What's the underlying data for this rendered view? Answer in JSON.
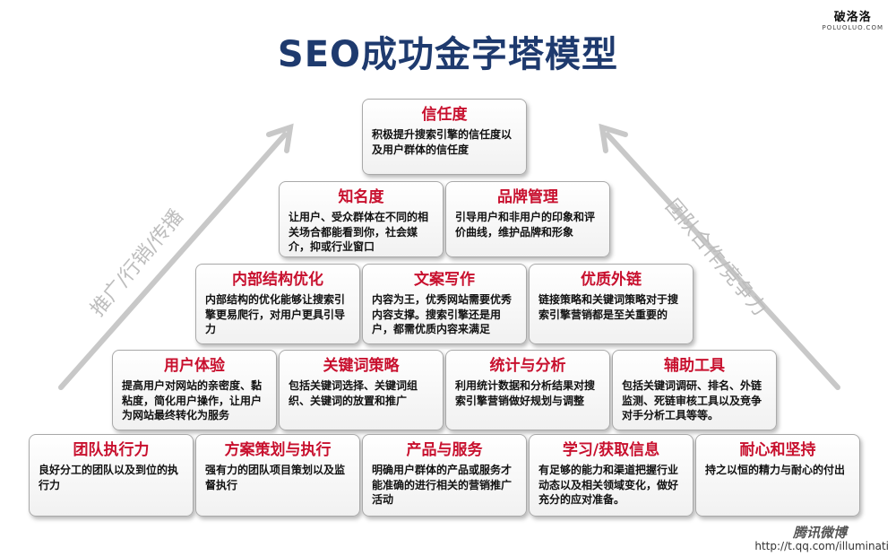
{
  "title": "SEO成功金字塔模型",
  "watermark": {
    "brand": "破洛洛",
    "domain": "POLUOLUO.COM"
  },
  "side_labels": {
    "left": "推广/行销/传播",
    "right": "团队合作/竞争力"
  },
  "footer": {
    "weibo": "腾讯微博",
    "url": "http://t.qq.com/illuminati"
  },
  "colors": {
    "title": "#1e3a6e",
    "box_title": "#c8102e",
    "arrow": "#c8c8c8"
  },
  "pyramid": {
    "row1": [
      {
        "title": "信任度",
        "body": "积极提升搜索引擎的信任度以及用户群体的信任度"
      }
    ],
    "row2": [
      {
        "title": "知名度",
        "body": "让用户、受众群体在不同的相关场合都能看到你，社会媒介，抑或行业窗口"
      },
      {
        "title": "品牌管理",
        "body": "引导用户和非用户的印象和评价曲线，维护品牌和形象"
      }
    ],
    "row3": [
      {
        "title": "内部结构优化",
        "body": "内部结构的优化能够让搜索引擎更易爬行，对用户更具引导力"
      },
      {
        "title": "文案写作",
        "body": "内容为王，优秀网站需要优秀内容支撑。搜索引擎还是用户，都需优质内容来满足"
      },
      {
        "title": "优质外链",
        "body": "链接策略和关键词策略对于搜索引擎营销都是至关重要的"
      }
    ],
    "row4": [
      {
        "title": "用户体验",
        "body": "提高用户对网站的亲密度、黏粘度，简化用户操作，让用户为网站最终转化为服务"
      },
      {
        "title": "关键词策略",
        "body": "包括关键词选择、关键词组织、关键词的放置和推广"
      },
      {
        "title": "统计与分析",
        "body": "利用统计数据和分析结果对搜索引擎营销做好规划与调整"
      },
      {
        "title": "辅助工具",
        "body": "包括关键词调研、排名、外链监测、死链审核工具以及竞争对手分析工具等等。"
      }
    ],
    "row5": [
      {
        "title": "团队执行力",
        "body": "良好分工的团队以及到位的执行力"
      },
      {
        "title": "方案策划与执行",
        "body": "强有力的团队项目策划以及监督执行"
      },
      {
        "title": "产品与服务",
        "body": "明确用户群体的产品或服务才能准确的进行相关的营销推广活动"
      },
      {
        "title": "学习/获取信息",
        "body": "有足够的能力和渠道把握行业动态以及相关领域变化，做好充分的应对准备。"
      },
      {
        "title": "耐心和坚持",
        "body": "持之以恒的精力与耐心的付出"
      }
    ]
  }
}
